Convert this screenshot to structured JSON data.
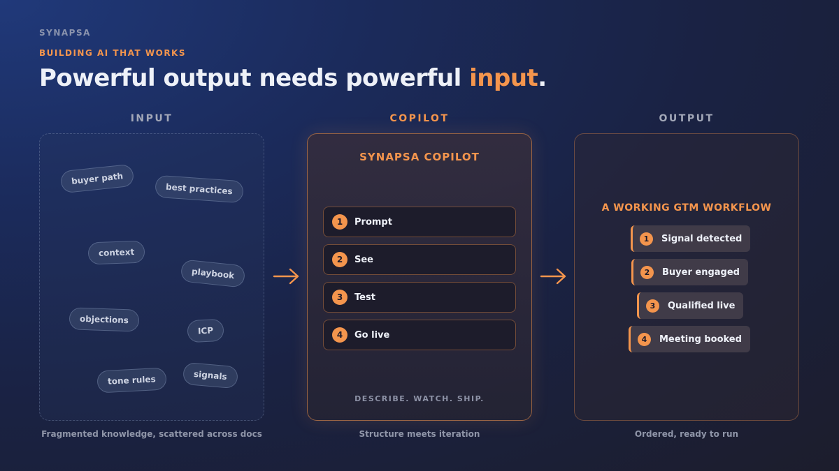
{
  "header": {
    "brand": "SYNAPSA",
    "eyebrow": "BUILDING AI THAT WORKS",
    "headline_start": "Powerful output needs powerful ",
    "headline_highlight": "input",
    "headline_end": "."
  },
  "columns": {
    "input": {
      "label": "INPUT",
      "caption": "Fragmented knowledge, scattered across docs",
      "tags": [
        "buyer path",
        "best practices",
        "context",
        "playbook",
        "objections",
        "ICP",
        "tone rules",
        "signals"
      ]
    },
    "copilot": {
      "label": "COPILOT",
      "title": "SYNAPSA COPILOT",
      "steps": [
        {
          "num": "1",
          "label": "Prompt"
        },
        {
          "num": "2",
          "label": "See"
        },
        {
          "num": "3",
          "label": "Test"
        },
        {
          "num": "4",
          "label": "Go live"
        }
      ],
      "footer": "DESCRIBE. WATCH. SHIP.",
      "caption": "Structure meets iteration"
    },
    "output": {
      "label": "OUTPUT",
      "title": "A WORKING GTM WORKFLOW",
      "workflow": [
        {
          "num": "1",
          "label": "Signal detected"
        },
        {
          "num": "2",
          "label": "Buyer engaged"
        },
        {
          "num": "3",
          "label": "Qualified live"
        },
        {
          "num": "4",
          "label": "Meeting booked"
        }
      ],
      "caption": "Ordered, ready to run"
    }
  },
  "icons": {
    "flow_arrow": "arrow-right-icon"
  },
  "colors": {
    "accent": "#f4954d",
    "text": "#eef1f8",
    "muted": "#8f95a8"
  }
}
